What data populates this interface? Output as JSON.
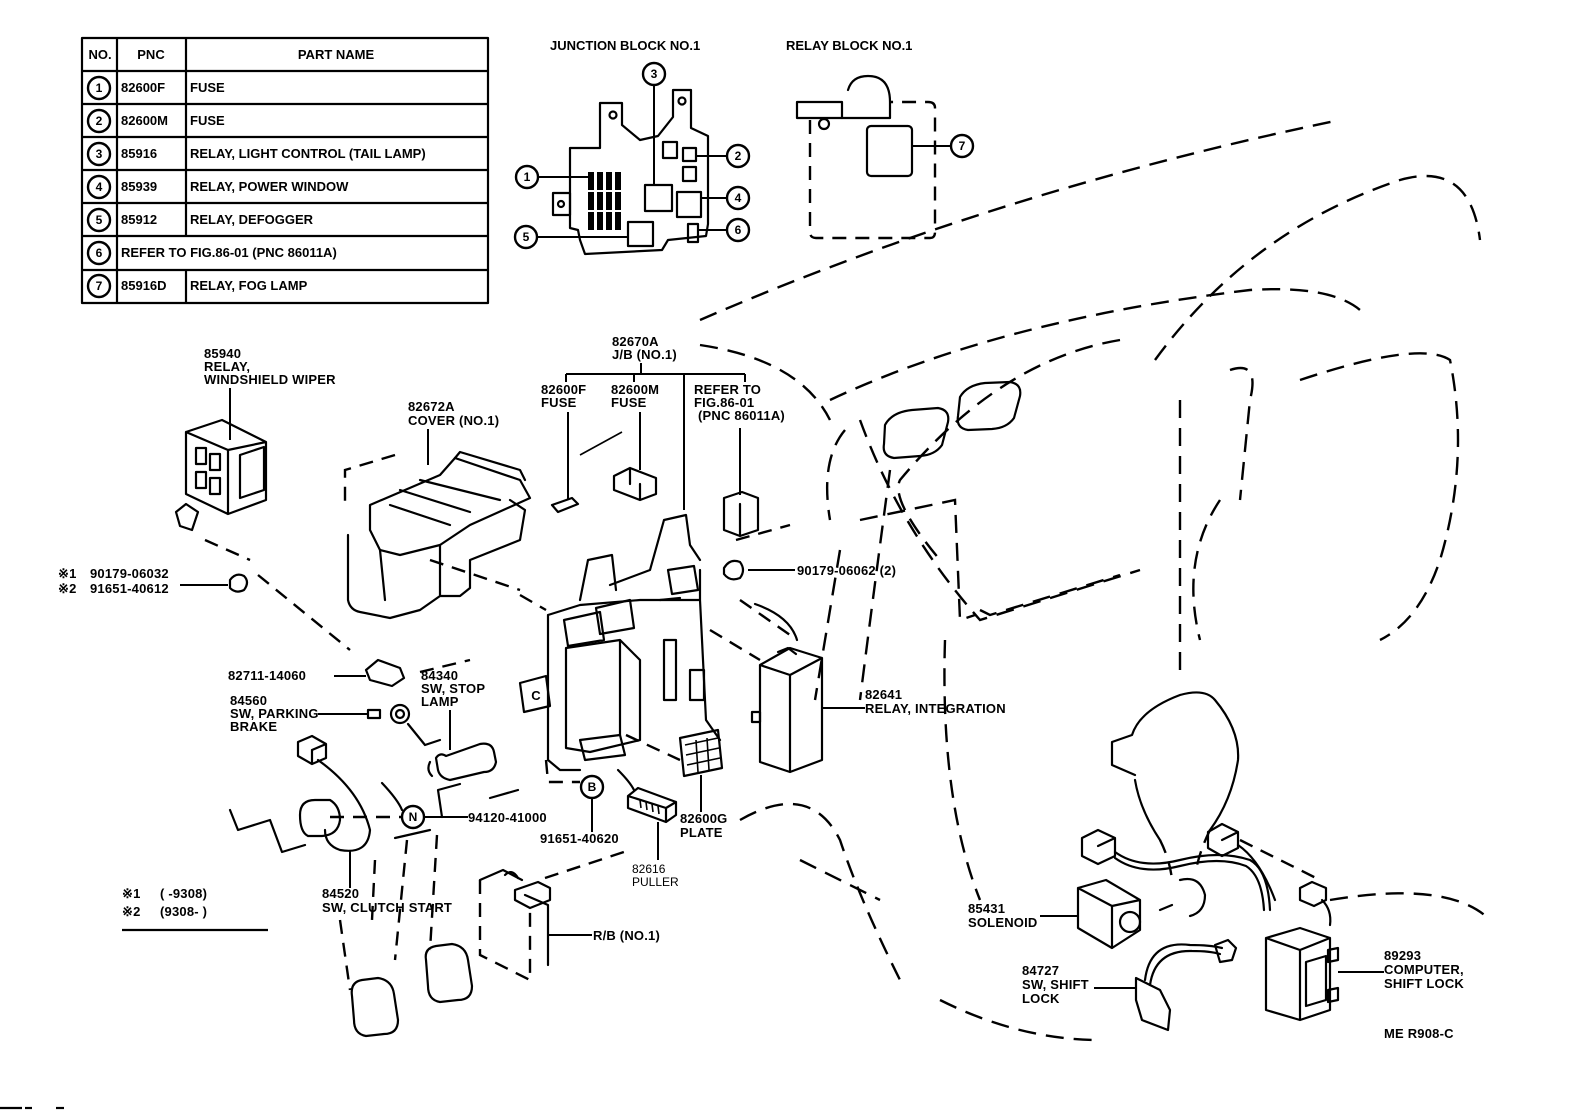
{
  "parts_table": {
    "headers": {
      "no": "NO.",
      "pnc": "PNC",
      "part_name": "PART NAME"
    },
    "rows": [
      {
        "no": "1",
        "pnc": "82600F",
        "part_name": "FUSE"
      },
      {
        "no": "2",
        "pnc": "82600M",
        "part_name": "FUSE"
      },
      {
        "no": "3",
        "pnc": "85916",
        "part_name": "RELAY, LIGHT CONTROL (TAIL LAMP)"
      },
      {
        "no": "4",
        "pnc": "85939",
        "part_name": "RELAY, POWER WINDOW"
      },
      {
        "no": "5",
        "pnc": "85912",
        "part_name": "RELAY, DEFOGGER"
      },
      {
        "no": "6",
        "pnc": "",
        "part_name": "REFER TO FIG.86-01 (PNC 86011A)"
      },
      {
        "no": "7",
        "pnc": "85916D",
        "part_name": "RELAY, FOG LAMP"
      }
    ]
  },
  "inset_titles": {
    "junction_block": "JUNCTION BLOCK NO.1",
    "relay_block": "RELAY BLOCK NO.1"
  },
  "callouts": {
    "c1": "1",
    "c2": "2",
    "c3": "3",
    "c4": "4",
    "c5": "5",
    "c6": "6",
    "c7": "7",
    "marker_b": "B",
    "marker_n": "N",
    "marker_c": "C"
  },
  "labels": {
    "wiper_relay": {
      "pnc": "85940",
      "line1": "RELAY,",
      "line2": "WINDSHIELD WIPER"
    },
    "cover": {
      "pnc": "82672A",
      "line1": "COVER (NO.1)"
    },
    "jb": {
      "pnc": "82670A",
      "line1": "J/B (NO.1)"
    },
    "fuse_f": {
      "pnc": "82600F",
      "line1": "FUSE"
    },
    "fuse_m": {
      "pnc": "82600M",
      "line1": "FUSE"
    },
    "refer": {
      "line1": "REFER TO",
      "line2": "FIG.86-01",
      "line3": "(PNC 86011A)"
    },
    "clip_1": {
      "mark": "※1",
      "pnc": "90179-06032"
    },
    "clip_2": {
      "mark": "※2",
      "pnc": "91651-40612"
    },
    "nut": {
      "pnc": "90179-06062 (2)"
    },
    "part_82711": {
      "pnc": "82711-14060"
    },
    "stop_lamp": {
      "pnc": "84340",
      "line1": "SW, STOP",
      "line2": "LAMP"
    },
    "parking_brake": {
      "pnc": "84560",
      "line1": "SW, PARKING",
      "line2": "BRAKE"
    },
    "integration_relay": {
      "pnc": "82641",
      "line1": "RELAY, INTEGRATION"
    },
    "bolt_n": {
      "pnc": "94120-41000"
    },
    "bolt_b": {
      "pnc": "91651-40620"
    },
    "plate": {
      "pnc": "82600G",
      "line1": "PLATE"
    },
    "puller": {
      "pnc": "82616",
      "line1": "PULLER"
    },
    "clutch_start": {
      "pnc": "84520",
      "line1": "SW, CLUTCH START"
    },
    "rb": {
      "line1": "R/B (NO.1)"
    },
    "solenoid": {
      "pnc": "85431",
      "line1": "SOLENOID"
    },
    "shift_lock_sw": {
      "pnc": "84727",
      "line1": "SW, SHIFT",
      "line2": "LOCK"
    },
    "shift_lock_computer": {
      "pnc": "89293",
      "line1": "COMPUTER,",
      "line2": "SHIFT LOCK"
    }
  },
  "footnotes": {
    "note1": {
      "mark": "※1",
      "range": "(      -9308)"
    },
    "note2": {
      "mark": "※2",
      "range": "(9308-      )"
    }
  },
  "figure_id": "ME R908-C"
}
